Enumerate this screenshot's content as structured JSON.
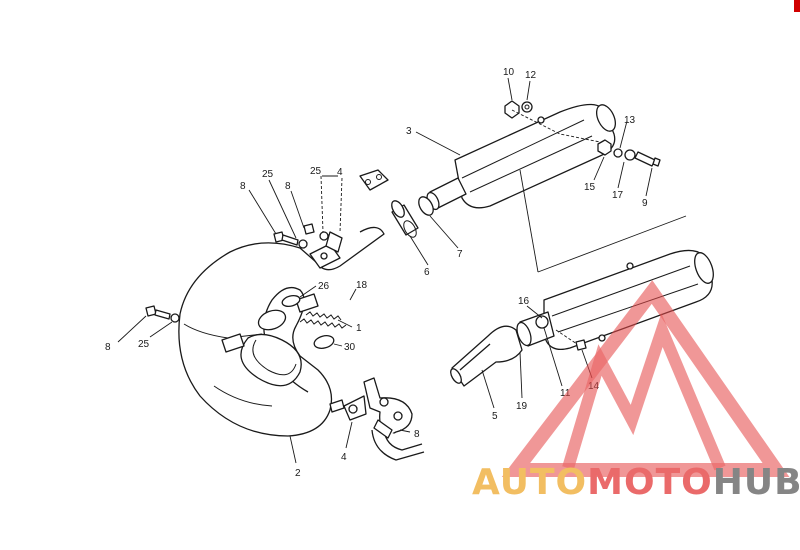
{
  "callouts": {
    "c10": "10",
    "c12": "12",
    "c3": "3",
    "c13": "13",
    "c15": "15",
    "c17": "17",
    "c9": "9",
    "c8a": "8",
    "c25a": "25",
    "c8b": "8",
    "c25b": "25",
    "c4a": "4",
    "c26": "26",
    "c18": "18",
    "c1": "1",
    "c30": "30",
    "c6": "6",
    "c7": "7",
    "c8c": "8",
    "c25c": "25",
    "c16": "16",
    "c11": "11",
    "c14": "14",
    "c19": "19",
    "c5": "5",
    "c4b": "4",
    "c8d": "8",
    "c2": "2"
  },
  "watermark": {
    "brand_part1": "AUTO",
    "brand_part2": "MOTO",
    "brand_part3": "HUB",
    "color_orange": "#f0b040",
    "color_red": "#e64a4a",
    "color_gray": "#6b6b6b"
  }
}
